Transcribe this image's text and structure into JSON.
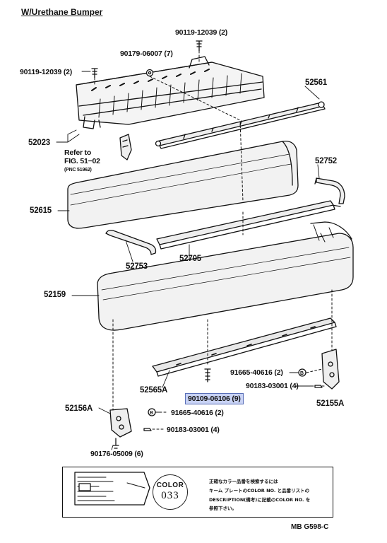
{
  "title": "W/Urethane Bumper",
  "diagram_code": "MB  G598-C",
  "highlighted_part": "90109-06106 (9)",
  "labels": {
    "bolt_top": "90119-12039 (2)",
    "nut_top": "90179-06007 (7)",
    "bolt_left": "90119-12039 (2)",
    "reinforcement": "52023",
    "refer_line1": "Refer to",
    "refer_line2": "FIG. 51−02",
    "refer_pnc": "(PNC 51962)",
    "molding_upper": "52561",
    "upper_cover": "52615",
    "side_molding_r": "52752",
    "molding_left": "52753",
    "molding_mid": "52705",
    "lower_cover": "52159",
    "lower_extension": "52565A",
    "screw_mid": "90109-06106 (9)",
    "clip_right": "91665-40616 (2)",
    "nut_right": "90183-03001 (4)",
    "retainer_right": "52155A",
    "retainer_left": "52156A",
    "clip_left": "91665-40616 (2)",
    "nut_left": "90183-03001 (4)",
    "bolt_bottom": "90176-05009 (6)"
  },
  "color_note": {
    "badge_word": "COLOR",
    "badge_number": "033",
    "lines": [
      "正確なカラー品番を検索するには",
      "キーム プレートのCOLOR NO. と品番リストの",
      "DESCRIPTION(備考)に記載のCOLOR NO. を",
      "参照下さい。"
    ]
  }
}
